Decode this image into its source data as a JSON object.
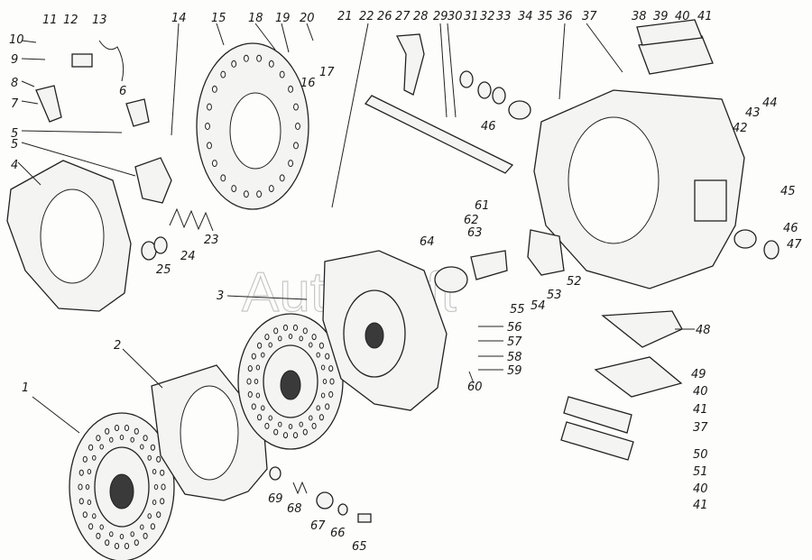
{
  "watermark": "AutoSoft",
  "callouts": [
    "1",
    "2",
    "3",
    "4",
    "5",
    "5",
    "6",
    "7",
    "8",
    "9",
    "10",
    "11",
    "12",
    "13",
    "14",
    "15",
    "16",
    "17",
    "18",
    "19",
    "20",
    "21",
    "22",
    "26",
    "27",
    "28",
    "29",
    "30",
    "31",
    "32",
    "33",
    "34",
    "35",
    "36",
    "37",
    "38",
    "39",
    "40",
    "41",
    "42",
    "43",
    "44",
    "45",
    "46",
    "46",
    "47",
    "48",
    "49",
    "40",
    "41",
    "37",
    "50",
    "51",
    "40",
    "41",
    "52",
    "53",
    "54",
    "55",
    "56",
    "57",
    "58",
    "59",
    "60",
    "61",
    "62",
    "63",
    "64",
    "65",
    "66",
    "67",
    "68",
    "69",
    "23",
    "24",
    "25"
  ]
}
